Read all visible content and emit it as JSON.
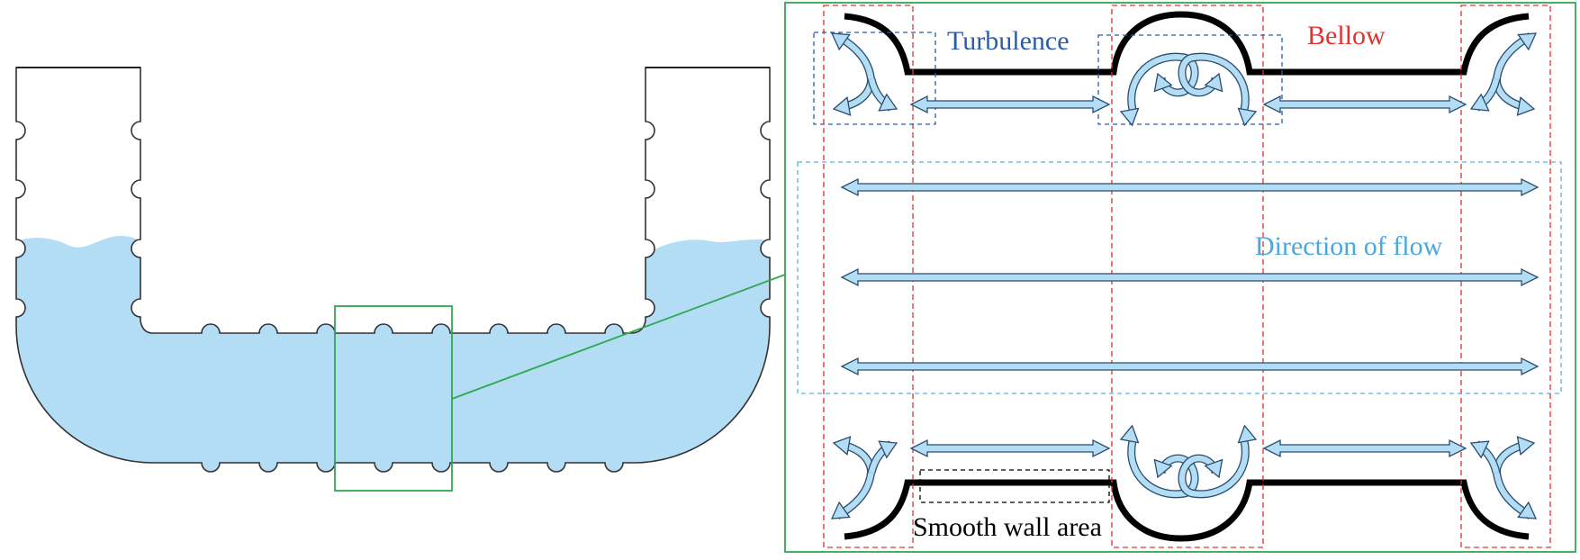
{
  "labels": {
    "turbulence": "Turbulence",
    "bellow": "Bellow",
    "direction_of_flow": "Direction of flow",
    "smooth_wall_area": "Smooth wall area"
  },
  "colors": {
    "fluid": "#b3dcf5",
    "arrow_stroke": "#2a4d6e",
    "pipe_outline": "#333333",
    "wall": "#000000",
    "zoom_box": "#2fa84f",
    "bellow_box": "#e53030",
    "turbulence_box": "#2a5ca8",
    "flow_box": "#5bb0dd",
    "smooth_wall_box": "#000000",
    "turbulence_text": "#2a5ca8",
    "bellow_text": "#e53030",
    "flow_text": "#4aa8de",
    "smooth_text": "#000000"
  }
}
